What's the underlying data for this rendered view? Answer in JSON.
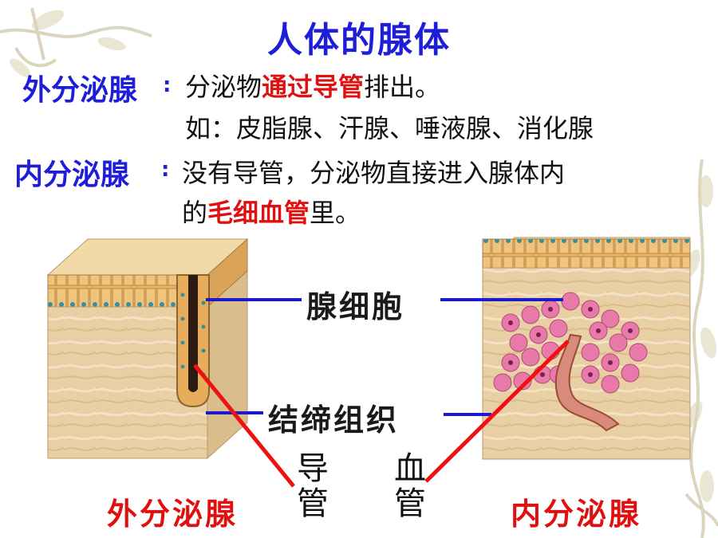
{
  "title": "人体的腺体",
  "exocrine": {
    "term": "外分泌腺",
    "sep": ":",
    "desc_1": "分泌物",
    "desc_hl": "通过导管",
    "desc_2": "排出。",
    "examples": "如：皮脂腺、汗腺、唾液腺、消化腺"
  },
  "endocrine": {
    "term": "内分泌腺",
    "sep": ":",
    "desc_line1": "没有导管，分泌物直接进入腺体内",
    "desc_line2_a": "的",
    "desc_line2_hl": "毛细血管",
    "desc_line2_b": "里。"
  },
  "diagram": {
    "gland_cell_label": "腺细胞",
    "connective_tissue_label": "结缔组织",
    "duct_label": [
      "导",
      "管"
    ],
    "vessel_label": [
      "血",
      "管"
    ],
    "left_caption": "外分泌腺",
    "right_caption": "内分泌腺"
  },
  "colors": {
    "title_blue": "#1e1ed8",
    "highlight_red": "#e01010",
    "pointer_blue": "#1a1acc",
    "pointer_red": "#ee1111",
    "tissue_tan": "#e6c99a",
    "cell_pink": "#e77aa8"
  }
}
